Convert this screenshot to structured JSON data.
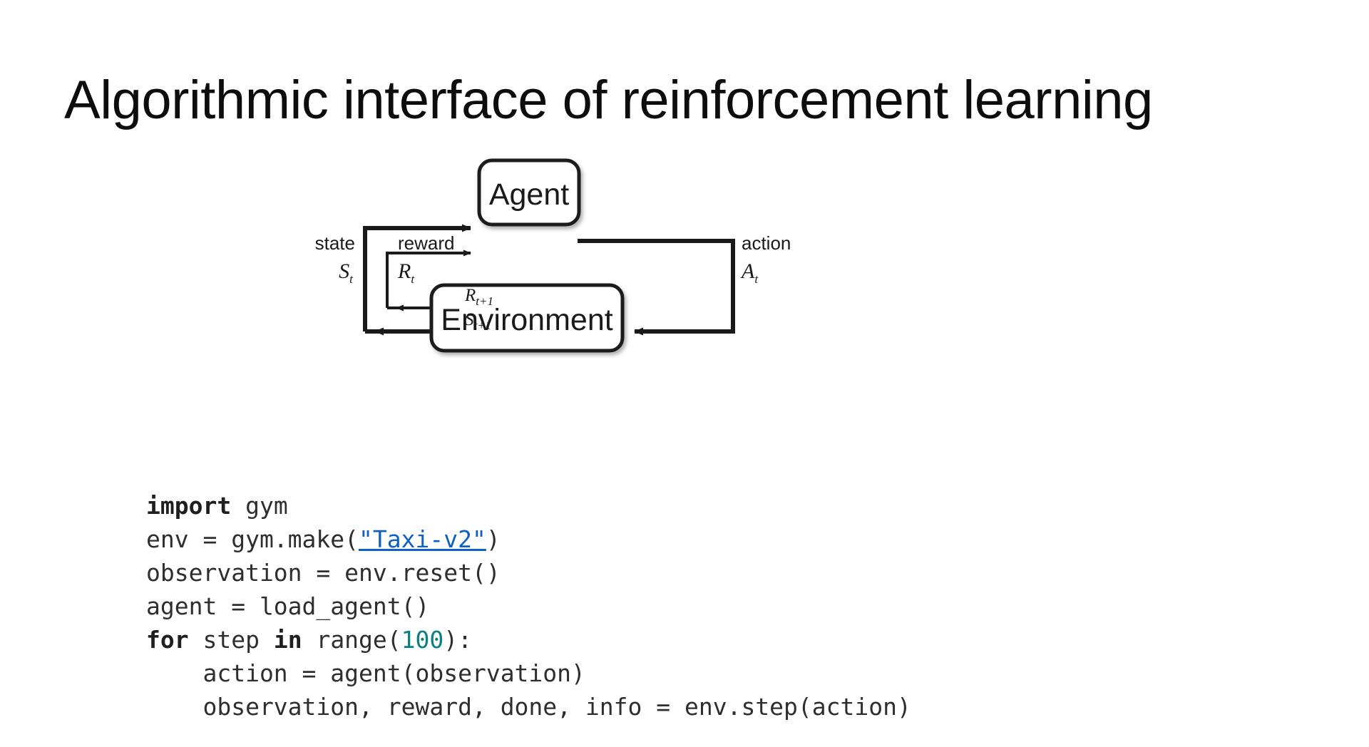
{
  "slide": {
    "title": "Algorithmic interface of reinforcement learning"
  },
  "diagram": {
    "name": "agent-environment-interaction-loop",
    "agent_box_label": "Agent",
    "environment_box_label": "Environment",
    "labels": {
      "state_word": "state",
      "state_symbol": "S",
      "state_subscript": "t",
      "reward_word": "reward",
      "reward_symbol": "R",
      "reward_subscript": "t",
      "action_word": "action",
      "action_symbol": "A",
      "action_subscript": "t",
      "next_reward_symbol": "R",
      "next_reward_subscript": "t+1",
      "next_state_symbol": "S",
      "next_state_subscript": "t+1"
    },
    "stroke_color": "#1a1a1a",
    "box_fill": "#ffffff"
  },
  "code": {
    "language": "python",
    "link_text": "\"Taxi-v2\"",
    "link_color": "#1060c4",
    "number_color": "#0a8080",
    "lines": [
      {
        "segments": [
          {
            "t": "import",
            "s": "kw"
          },
          {
            "t": " gym",
            "s": ""
          }
        ]
      },
      {
        "segments": [
          {
            "t": "env = gym.make(",
            "s": ""
          },
          {
            "t": "\"Taxi-v2\"",
            "s": "lnk"
          },
          {
            "t": ")",
            "s": ""
          }
        ]
      },
      {
        "segments": [
          {
            "t": "observation = env.reset()",
            "s": ""
          }
        ]
      },
      {
        "segments": [
          {
            "t": "agent = load_agent()",
            "s": ""
          }
        ]
      },
      {
        "segments": [
          {
            "t": "for",
            "s": "kw"
          },
          {
            "t": " step ",
            "s": ""
          },
          {
            "t": "in",
            "s": "kw"
          },
          {
            "t": " range(",
            "s": ""
          },
          {
            "t": "100",
            "s": "num"
          },
          {
            "t": "):",
            "s": ""
          }
        ]
      },
      {
        "segments": [
          {
            "t": "    action = agent(observation)",
            "s": ""
          }
        ]
      },
      {
        "segments": [
          {
            "t": "    observation, reward, done, info = env.step(action)",
            "s": ""
          }
        ]
      }
    ]
  }
}
